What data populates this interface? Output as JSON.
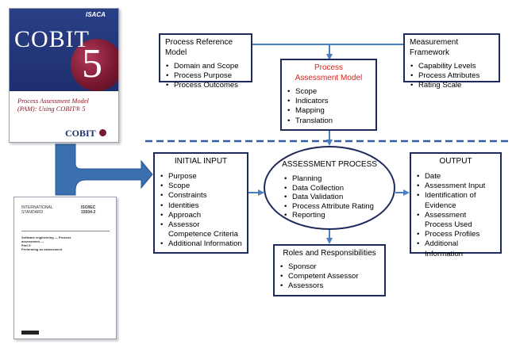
{
  "cobit_cover": {
    "logo": "COBIT",
    "number": "5",
    "isaca": "ISACA",
    "subtitle_line1": "Process Assessment Model",
    "subtitle_line2": "(PAM): Using COBIT® 5",
    "footer_logo": "COBIT"
  },
  "iso_cover": {
    "org": "INTERNATIONAL",
    "standard": "STANDARD",
    "code": "ISO/IEC",
    "number": "15504-2",
    "title_line1": "Software engineering — Process",
    "title_line2": "assessment —",
    "part_label": "Part 2:",
    "part_title": "Performing an assessment"
  },
  "process_reference_model": {
    "title": "Process Reference Model",
    "items": [
      "Domain and Scope",
      "Process Purpose",
      "Process Outcomes"
    ]
  },
  "measurement_framework": {
    "title": "Measurement Framework",
    "items": [
      "Capability Levels",
      "Process Attributes",
      "Rating Scale"
    ]
  },
  "process_assessment_model": {
    "title_line1": "Process",
    "title_line2": "Assessment Model",
    "title_color": "#e0201b",
    "items": [
      "Scope",
      "Indicators",
      "Mapping",
      "Translation"
    ]
  },
  "initial_input": {
    "title": "INITIAL INPUT",
    "items": [
      "Purpose",
      "Scope",
      "Constraints",
      "Identities",
      "Approach",
      "Assessor Competence Criteria",
      "Additional Information"
    ]
  },
  "assessment_process": {
    "title": "ASSESSMENT PROCESS",
    "items": [
      "Planning",
      "Data Collection",
      "Data Validation",
      "Process Attribute Rating",
      "Reporting"
    ]
  },
  "output": {
    "title": "OUTPUT",
    "items": [
      "Date",
      "Assessment Input",
      "Identification of Evidence",
      "Assessment Process Used",
      "Process Profiles",
      "Additional Information"
    ]
  },
  "roles": {
    "title": "Roles and Responsibilities",
    "items": [
      "Sponsor",
      "Competent Assessor",
      "Assessors"
    ]
  },
  "colors": {
    "box_border": "#1f2a5c",
    "arrow": "#4a7ec0",
    "dashed_line": "#2f5fa8",
    "cobit_bg": "#2a3f86",
    "cobit_sphere": "#7a1830",
    "big_arrow": "#3a6fb0"
  }
}
